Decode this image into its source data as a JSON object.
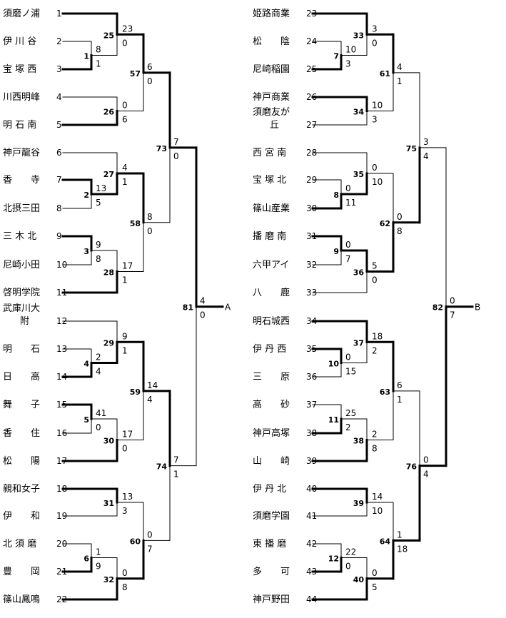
{
  "colors": {
    "line": "#000000",
    "text": "#000000",
    "background": "#ffffff"
  },
  "left": {
    "teams": [
      {
        "seed": "1",
        "name": "須磨ノ浦"
      },
      {
        "seed": "2",
        "name": "伊 川 谷"
      },
      {
        "seed": "3",
        "name": "宝 塚 西"
      },
      {
        "seed": "4",
        "name": "川西明峰"
      },
      {
        "seed": "5",
        "name": "明 石 南"
      },
      {
        "seed": "6",
        "name": "神戸龍谷"
      },
      {
        "seed": "7",
        "name": "香　　寺"
      },
      {
        "seed": "8",
        "name": "北摂三田"
      },
      {
        "seed": "9",
        "name": "三 木 北"
      },
      {
        "seed": "10",
        "name": "尼崎小田"
      },
      {
        "seed": "11",
        "name": "啓明学院"
      },
      {
        "seed": "12",
        "name": "武庫川大",
        "name2": "附"
      },
      {
        "seed": "13",
        "name": "明　　石"
      },
      {
        "seed": "14",
        "name": "日　　高"
      },
      {
        "seed": "15",
        "name": "舞　　子"
      },
      {
        "seed": "16",
        "name": "香　　住"
      },
      {
        "seed": "17",
        "name": "松　　陽"
      },
      {
        "seed": "18",
        "name": "親和女子"
      },
      {
        "seed": "19",
        "name": "伊　　和"
      },
      {
        "seed": "20",
        "name": "北 須 磨"
      },
      {
        "seed": "21",
        "name": "豊　　岡"
      },
      {
        "seed": "22",
        "name": "篠山鳳鳴"
      }
    ],
    "matches": [
      {
        "no": "1",
        "a": "8",
        "b": "1"
      },
      {
        "no": "2",
        "a": "13",
        "b": "5"
      },
      {
        "no": "3",
        "a": "9",
        "b": "8"
      },
      {
        "no": "4",
        "a": "2",
        "b": "4"
      },
      {
        "no": "5",
        "a": "41",
        "b": "0"
      },
      {
        "no": "6",
        "a": "1",
        "b": "9"
      },
      {
        "no": "25",
        "a": "23",
        "b": "0"
      },
      {
        "no": "26",
        "a": "0",
        "b": "6"
      },
      {
        "no": "27",
        "a": "4",
        "b": "1"
      },
      {
        "no": "28",
        "a": "17",
        "b": "1"
      },
      {
        "no": "29",
        "a": "9",
        "b": "1"
      },
      {
        "no": "30",
        "a": "17",
        "b": "0"
      },
      {
        "no": "31",
        "a": "13",
        "b": "3"
      },
      {
        "no": "32",
        "a": "0",
        "b": "8"
      },
      {
        "no": "57",
        "a": "6",
        "b": "0"
      },
      {
        "no": "58",
        "a": "8",
        "b": "0"
      },
      {
        "no": "59",
        "a": "14",
        "b": "4"
      },
      {
        "no": "60",
        "a": "0",
        "b": "7"
      },
      {
        "no": "73",
        "a": "7",
        "b": "0"
      },
      {
        "no": "74",
        "a": "7",
        "b": "1"
      },
      {
        "no": "81",
        "a": "4",
        "b": "0"
      }
    ],
    "final_label": "A"
  },
  "right": {
    "teams": [
      {
        "seed": "23",
        "name": "姫路商業"
      },
      {
        "seed": "24",
        "name": "松　　陰"
      },
      {
        "seed": "25",
        "name": "尼崎稲園"
      },
      {
        "seed": "26",
        "name": "神戸商業"
      },
      {
        "seed": "27",
        "name": "須磨友が",
        "name2": "丘"
      },
      {
        "seed": "28",
        "name": "西 宮 南"
      },
      {
        "seed": "29",
        "name": "宝 塚 北"
      },
      {
        "seed": "30",
        "name": "篠山産業"
      },
      {
        "seed": "31",
        "name": "播 磨 南"
      },
      {
        "seed": "32",
        "name": "六甲アイ"
      },
      {
        "seed": "33",
        "name": "八　　鹿"
      },
      {
        "seed": "34",
        "name": "明石城西"
      },
      {
        "seed": "35",
        "name": "伊 丹 西"
      },
      {
        "seed": "36",
        "name": "三　　原"
      },
      {
        "seed": "37",
        "name": "高　　砂"
      },
      {
        "seed": "38",
        "name": "神戸高塚"
      },
      {
        "seed": "39",
        "name": "山　　崎"
      },
      {
        "seed": "40",
        "name": "伊 丹 北"
      },
      {
        "seed": "41",
        "name": "須磨学園"
      },
      {
        "seed": "42",
        "name": "東 播 磨"
      },
      {
        "seed": "43",
        "name": "多　　可"
      },
      {
        "seed": "44",
        "name": "神戸野田"
      }
    ],
    "matches": [
      {
        "no": "7",
        "a": "10",
        "b": "3"
      },
      {
        "no": "8",
        "a": "0",
        "b": "11"
      },
      {
        "no": "9",
        "a": "0",
        "b": "7"
      },
      {
        "no": "10",
        "a": "0",
        "b": "15"
      },
      {
        "no": "11",
        "a": "25",
        "b": "2"
      },
      {
        "no": "12",
        "a": "22",
        "b": "0"
      },
      {
        "no": "33",
        "a": "3",
        "b": "0"
      },
      {
        "no": "34",
        "a": "10",
        "b": "3"
      },
      {
        "no": "35",
        "a": "0",
        "b": "10"
      },
      {
        "no": "36",
        "a": "5",
        "b": "0"
      },
      {
        "no": "37",
        "a": "18",
        "b": "2"
      },
      {
        "no": "38",
        "a": "2",
        "b": "8"
      },
      {
        "no": "39",
        "a": "14",
        "b": "10"
      },
      {
        "no": "40",
        "a": "0",
        "b": "5"
      },
      {
        "no": "61",
        "a": "4",
        "b": "1"
      },
      {
        "no": "62",
        "a": "0",
        "b": "8"
      },
      {
        "no": "63",
        "a": "6",
        "b": "1"
      },
      {
        "no": "64",
        "a": "1",
        "b": "18"
      },
      {
        "no": "75",
        "a": "3",
        "b": "4"
      },
      {
        "no": "76",
        "a": "0",
        "b": "4"
      },
      {
        "no": "82",
        "a": "0",
        "b": "7"
      }
    ],
    "final_label": "B"
  }
}
